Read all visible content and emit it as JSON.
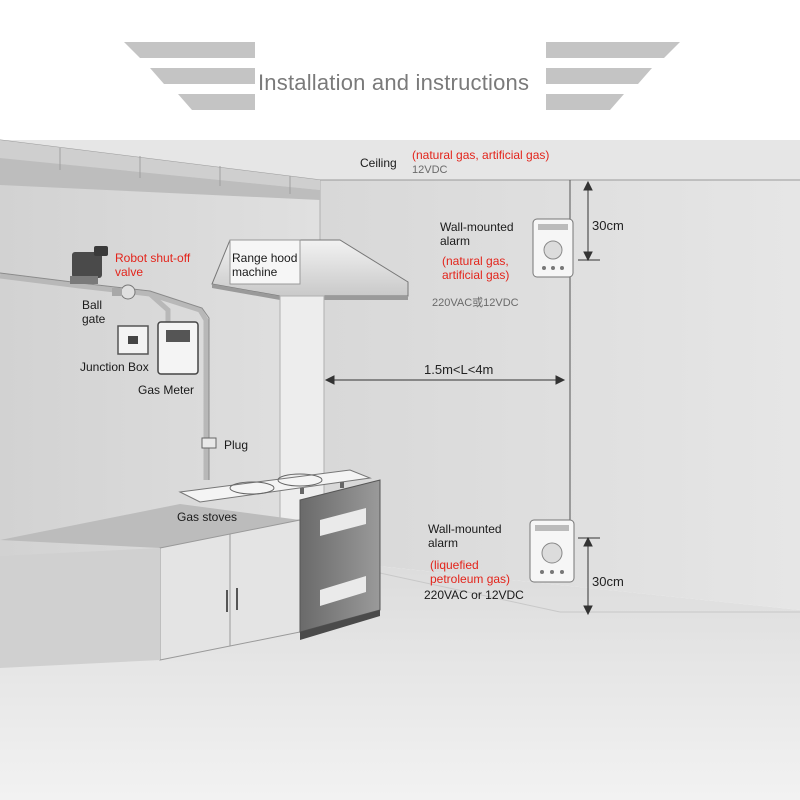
{
  "title": "Installation and instructions",
  "labels": {
    "ceiling": "Ceiling",
    "ceiling_gas": "(natural gas, artificial gas)",
    "ceiling_voltage": "12VDC",
    "robot_valve_line1": "Robot shut-off",
    "robot_valve_line2": "valve",
    "range_hood_line1": "Range hood",
    "range_hood_line2": "machine",
    "ball_gate_line1": "Ball",
    "ball_gate_line2": "gate",
    "junction_box": "Junction Box",
    "gas_meter": "Gas Meter",
    "plug": "Plug",
    "gas_stoves": "Gas stoves",
    "alarm_top_line1": "Wall-mounted",
    "alarm_top_line2": "alarm",
    "alarm_top_gas_line1": "(natural gas,",
    "alarm_top_gas_line2": "artificial gas)",
    "alarm_top_voltage": "220VAC或12VDC",
    "alarm_bottom_line1": "Wall-mounted",
    "alarm_bottom_line2": "alarm",
    "alarm_bottom_gas_line1": "(liquefied",
    "alarm_bottom_gas_line2": "petroleum gas)",
    "alarm_bottom_voltage": "220VAC or 12VDC"
  },
  "dimensions": {
    "top_clearance": "30cm",
    "horizontal_distance": "1.5m<L<4m",
    "bottom_clearance": "30cm"
  },
  "colors": {
    "accent_red": "#e3241b",
    "wall": "#dcdcdc",
    "floor": "#e8e8e8",
    "title_grey": "#7a7a7a"
  }
}
